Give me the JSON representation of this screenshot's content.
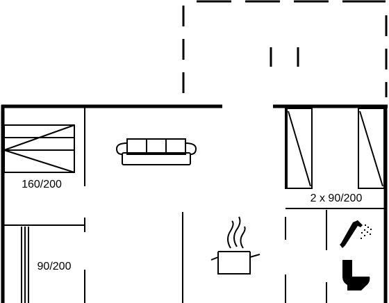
{
  "floorplan": {
    "rooms": {
      "bedroom_double": {
        "bed_label": "160/200"
      },
      "bedroom_single": {
        "bed_label": "90/200"
      },
      "bedroom_twin": {
        "bed_label": "2 x 90/200"
      }
    },
    "icons": [
      "sofa-icon",
      "cooking-pot-icon",
      "shower-icon",
      "toilet-icon",
      "bed-icon"
    ]
  }
}
